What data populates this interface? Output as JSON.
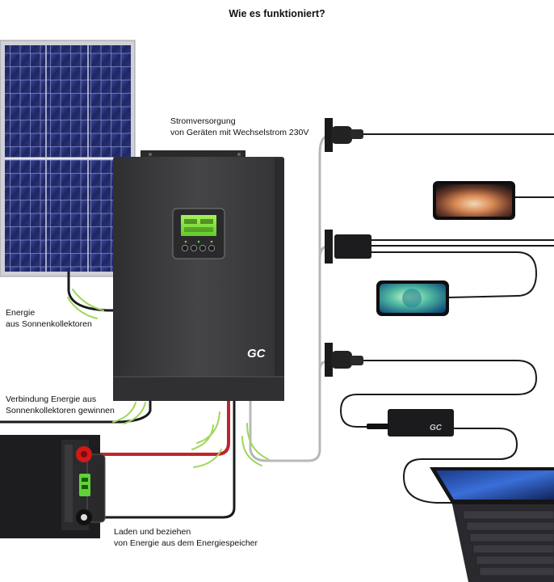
{
  "title": "Wie es funktioniert?",
  "labels": {
    "ac_supply": {
      "line1": "Stromversorgung",
      "line2": "von Geräten mit Wechselstrom 230V"
    },
    "solar_energy": {
      "line1": "Energie",
      "line2": "aus Sonnenkollektoren"
    },
    "solar_connection": {
      "line1": "Verbindung Energie aus",
      "line2": "Sonnenkollektoren gewinnen"
    },
    "storage": {
      "line1": "Laden und beziehen",
      "line2": "von Energie aus dem Energiespeicher"
    }
  },
  "logos": {
    "inverter": "GC",
    "adapter": "GC"
  },
  "colors": {
    "inverter_body": "#3b3b3d",
    "solar_cell": "#27306b",
    "battery_body": "#1d1d1f",
    "lcd_green": "#7be13a",
    "positive_terminal": "#d31818",
    "cable_red": "#c0252a",
    "cable_grey": "#b8b8b8",
    "cable_black": "#1a1a1a",
    "energy_arc": "#9ed85a"
  }
}
